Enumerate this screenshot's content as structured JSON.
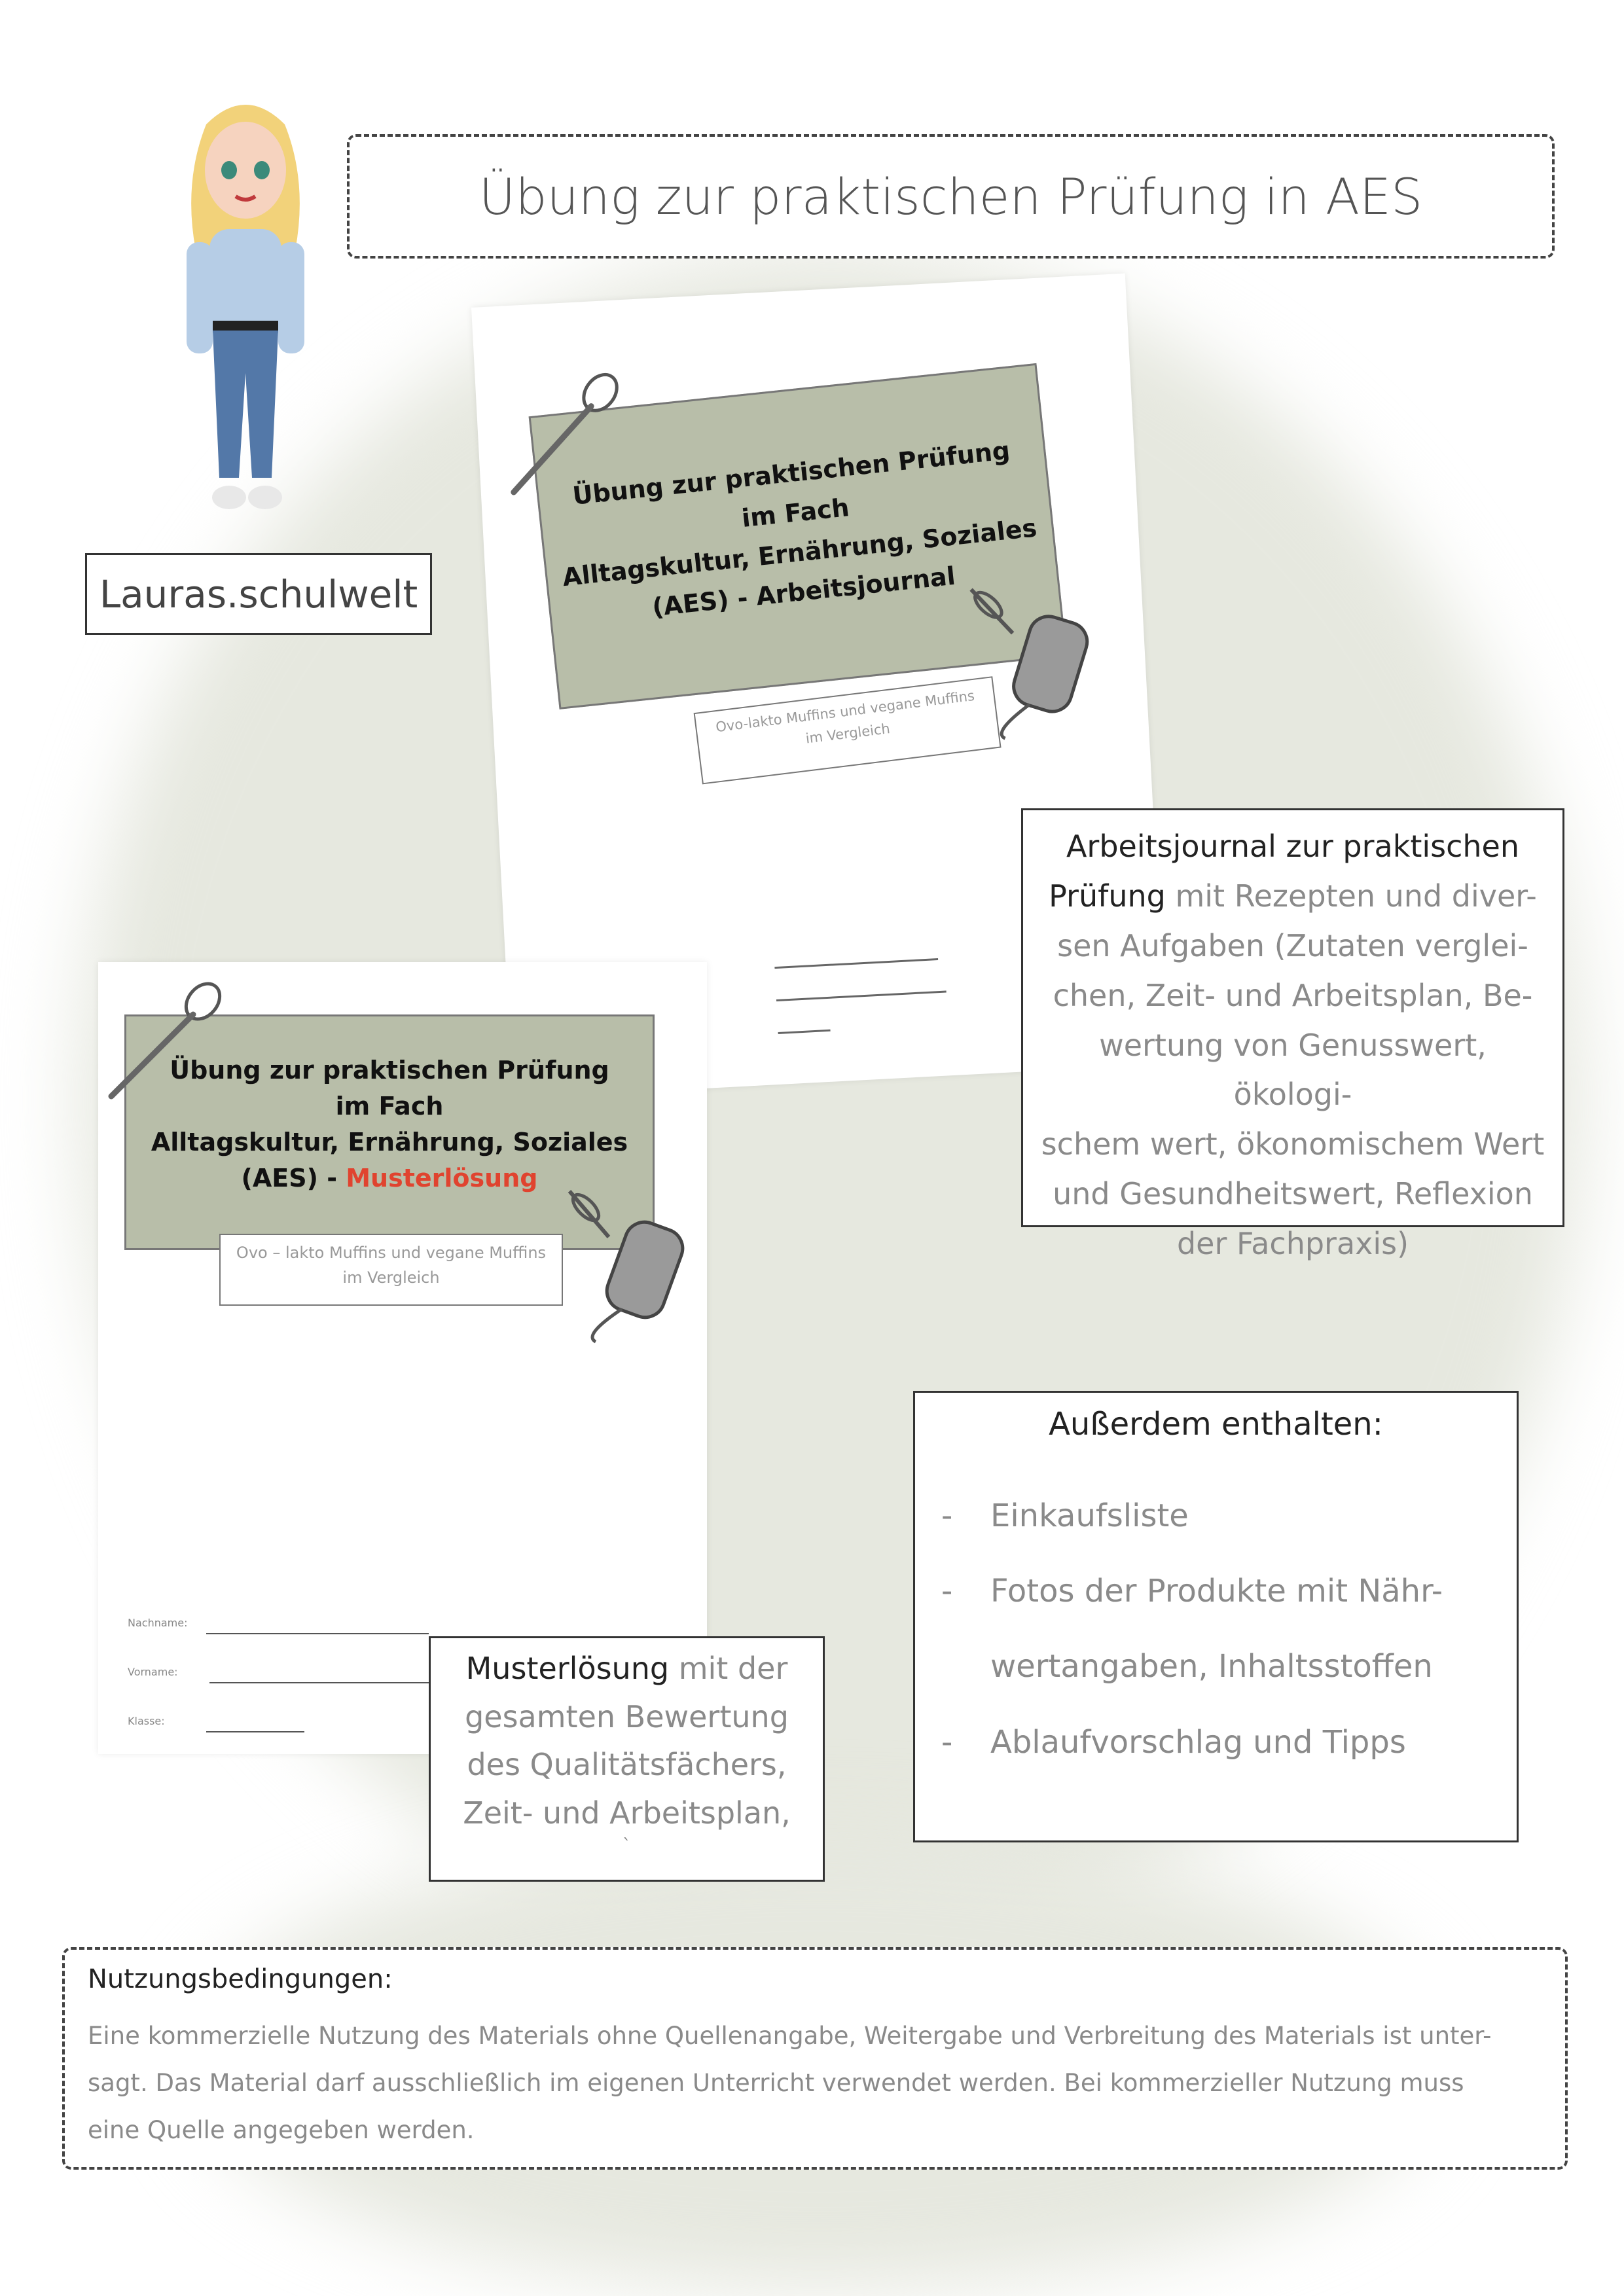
{
  "header": {
    "title": "Übung zur praktischen Prüfung in AES"
  },
  "brand": {
    "name": "Lauras.schulwelt"
  },
  "cover_journal": {
    "title_lines": [
      "Übung zur praktischen Prüfung",
      "im Fach",
      "Alltagskultur, Ernährung, Soziales",
      "(AES) - Arbeitsjournal"
    ],
    "subtitle_lines": [
      "Ovo-lakto Muffins und vegane Muffins",
      "im Vergleich"
    ]
  },
  "cover_solution": {
    "title_lines": [
      "Übung zur praktischen Prüfung",
      "im Fach",
      "Alltagskultur, Ernährung, Soziales"
    ],
    "title_prefix": "(AES) - ",
    "title_highlight": "Musterlösung",
    "subtitle_lines": [
      "Ovo – lakto Muffins und vegane Muffins",
      "im Vergleich"
    ],
    "form": {
      "lastname": "Nachname:",
      "firstname": "Vorname:",
      "class": "Klasse:"
    }
  },
  "journal_desc": {
    "lead_a": "Arbeitsjournal zur praktischen",
    "lead_b": "Prüfung",
    "rest_a": " mit Rezepten und diver-",
    "lines": [
      "sen Aufgaben (Zutaten verglei-",
      "chen, Zeit- und Arbeitsplan, Be-",
      "wertung von Genusswert, ökologi-",
      "schem wert, ökonomischem Wert",
      "und Gesundheitswert, Reflexion",
      "der Fachpraxis)"
    ]
  },
  "extras": {
    "heading": "Außerdem enthalten:",
    "items": [
      [
        "Einkaufsliste"
      ],
      [
        "Fotos der Produkte mit Nähr-",
        "wertangaben, Inhaltsstoffen"
      ],
      [
        "Ablaufvorschlag und Tipps"
      ]
    ]
  },
  "solution_desc": {
    "lead": "Musterlösung",
    "rest_a": " mit der",
    "lines": [
      "gesamten Bewertung",
      "des Qualitätsfächers,",
      "Zeit- und Arbeitsplan,",
      "`"
    ]
  },
  "terms": {
    "heading": "Nutzungsbedingungen:",
    "lines": [
      "Eine kommerzielle Nutzung des Materials ohne Quellenangabe, Weitergabe und Verbreitung des Materials ist unter-",
      "sagt. Das Material darf ausschließlich im eigenen Unterricht verwendet werden. Bei kommerzieller Nutzung muss",
      "eine Quelle angegeben werden."
    ]
  },
  "colors": {
    "sage": "#b8bea9",
    "red": "#e0432f",
    "wash": "#e6e8df"
  }
}
